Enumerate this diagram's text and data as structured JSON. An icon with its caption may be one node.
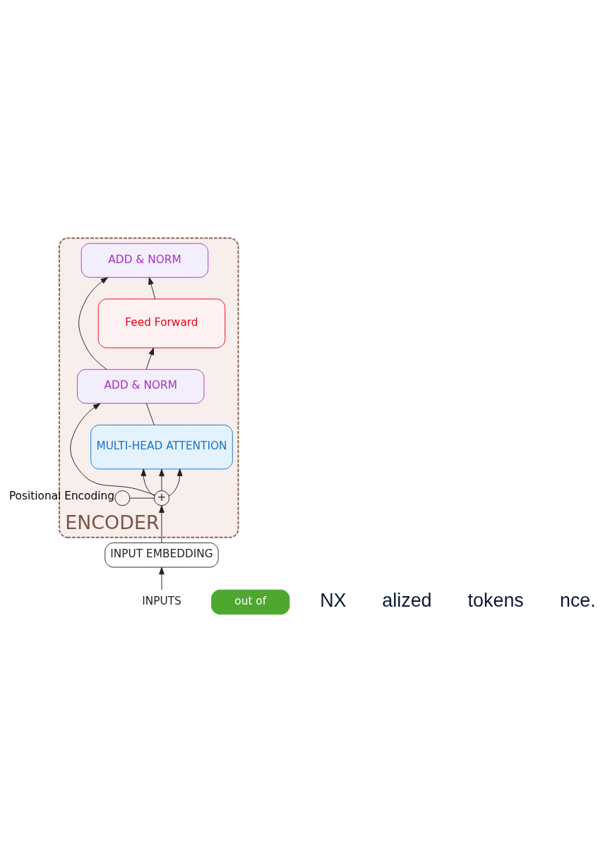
{
  "diagram": {
    "nodes": [
      {
        "text": [
          "ENCODER"
        ]
      },
      {
        "text": [
          "ADD & NORM"
        ],
        "in": 0
      },
      {
        "text": [
          "Feed Forward"
        ],
        "in": 0
      },
      {
        "text": [
          "ADD & NORM"
        ],
        "in": 0
      },
      {
        "text": [
          "MULTI-HEAD ATTENTION"
        ],
        "in": 0
      },
      {
        "text": [
          "+"
        ],
        "in": 0
      },
      {
        "text": [],
        "shape": "circle",
        "in": 0,
        "beside": [
          "Positional Encoding"
        ]
      },
      {
        "text": [
          "INPUT EMBEDDING"
        ]
      },
      {
        "text": [
          "INPUTS"
        ]
      },
      {
        "text": [
          "out of"
        ]
      }
    ],
    "edges": [
      {
        "from": 8,
        "to": 7,
        "arrow": "to"
      },
      {
        "from": 7,
        "to": 5,
        "arrow": "to"
      },
      {
        "from": 6,
        "to": 5,
        "arrow": "none"
      },
      {
        "from": 5,
        "to": 4,
        "arrow": "to"
      },
      {
        "from": 5,
        "to": 4,
        "arrow": "to"
      },
      {
        "from": 5,
        "to": 4,
        "arrow": "to"
      },
      {
        "from": 5,
        "to": 3,
        "arrow": "to"
      },
      {
        "from": 4,
        "to": 3,
        "arrow": "none"
      },
      {
        "from": 3,
        "to": 2,
        "arrow": "to"
      },
      {
        "from": 3,
        "to": 1,
        "arrow": "to"
      },
      {
        "from": 2,
        "to": 1,
        "arrow": "to"
      }
    ],
    "labels": [
      "NX",
      "alized",
      "tokens",
      "nce."
    ]
  }
}
